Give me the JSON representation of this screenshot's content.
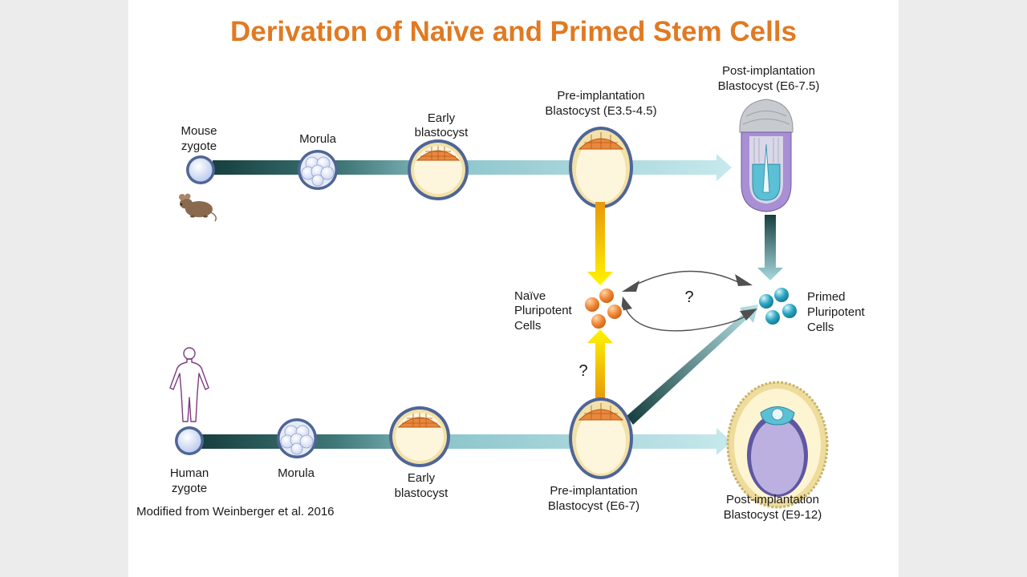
{
  "title": "Derivation of Naïve and Primed Stem Cells",
  "mouse_row": {
    "zygote": [
      "Mouse",
      "zygote"
    ],
    "morula": "Morula",
    "early": [
      "Early",
      "blastocyst"
    ],
    "pre": [
      "Pre-implantation",
      "Blastocyst (E3.5-4.5)"
    ],
    "post": [
      "Post-implantation",
      "Blastocyst (E6-7.5)"
    ]
  },
  "human_row": {
    "zygote": [
      "Human",
      "zygote"
    ],
    "morula": "Morula",
    "early": [
      "Early",
      "blastocyst"
    ],
    "pre": [
      "Pre-implantation",
      "Blastocyst (E6-7)"
    ],
    "post": [
      "Post-implantation",
      "Blastocyst (E9-12)"
    ]
  },
  "naive": [
    "Naïve",
    "Pluripotent",
    "Cells"
  ],
  "primed": [
    "Primed",
    "Pluripotent",
    "Cells"
  ],
  "question_mark": "?",
  "citation": "Modified from Weinberger et al. 2016",
  "colors": {
    "title": "#e07a22",
    "naive_cell": "#f08a3a",
    "primed_cell": "#2ba7c4",
    "trophectoderm": "#e9883c",
    "arrow_dark": "#173f3f",
    "arrow_light": "#a6d9de",
    "arrow_yellow": "#f6de00"
  }
}
